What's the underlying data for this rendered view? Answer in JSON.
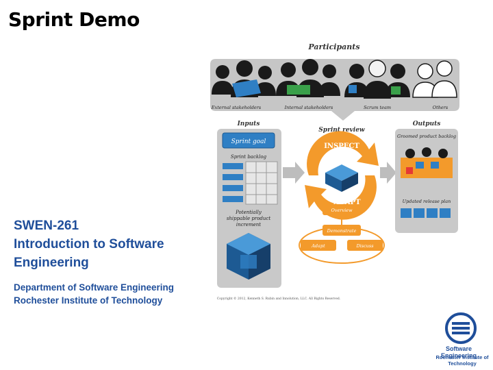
{
  "slide": {
    "title": "Sprint Demo",
    "course_code": "SWEN-261",
    "course_name": "Introduction to Software Engineering",
    "department": "Department of Software Engineering",
    "institute": "Rochester Institute of Technology"
  },
  "diagram": {
    "participants_heading": "Participants",
    "participants": [
      "External stakeholders",
      "Internal stakeholders",
      "Scrum team",
      "Others"
    ],
    "inputs_heading": "Inputs",
    "sprint_goal": "Sprint goal",
    "sprint_backlog": "Sprint backlog",
    "increment_label": [
      "Potentially",
      "shippable product",
      "increment"
    ],
    "review_heading": "Sprint review",
    "inspect": "INSPECT",
    "adapt": "ADAPT",
    "steps": [
      "Overview",
      "Demonstrate",
      "Adapt",
      "Discuss"
    ],
    "outputs_heading": "Outputs",
    "groomed_backlog": "Groomed product backlog",
    "release_plan": "Updated release plan",
    "copyright": "Copyright © 2012, Kenneth S. Rubin and Innolution, LLC. All Rights Reserved."
  },
  "logo": {
    "line1": "Software Engineering",
    "line2": "Rochester Institute of Technology"
  },
  "colors": {
    "title": "#000000",
    "text_accent": "#1f4e9a",
    "diagram_orange": "#f39a2b",
    "diagram_blue": "#2f7fc4",
    "panel_gray": "#c9c9c9"
  }
}
